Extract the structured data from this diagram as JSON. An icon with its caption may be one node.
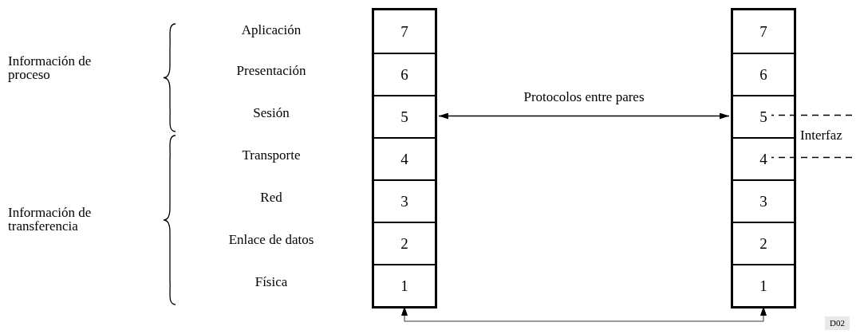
{
  "diagram": {
    "nodes": [
      {
        "text": [],
        "shape": "box"
      },
      {
        "text": [
          "7"
        ],
        "in": 0
      },
      {
        "text": [
          "6"
        ],
        "in": 0
      },
      {
        "text": [
          "5"
        ],
        "in": 0
      },
      {
        "text": [
          "4"
        ],
        "in": 0
      },
      {
        "text": [
          "3"
        ],
        "in": 0
      },
      {
        "text": [
          "2"
        ],
        "in": 0
      },
      {
        "text": [
          "1"
        ],
        "in": 0
      },
      {
        "text": [],
        "shape": "box"
      },
      {
        "text": [
          "7"
        ],
        "in": 8
      },
      {
        "text": [
          "6"
        ],
        "in": 8
      },
      {
        "text": [
          "5"
        ],
        "in": 8
      },
      {
        "text": [
          "4"
        ],
        "in": 8
      },
      {
        "text": [
          "3"
        ],
        "in": 8
      },
      {
        "text": [
          "2"
        ],
        "in": 8
      },
      {
        "text": [
          "1"
        ],
        "in": 8
      },
      {
        "text": [
          "Interfaz"
        ]
      }
    ],
    "edges": [
      {
        "from": 3,
        "to": 11,
        "arrow": "both",
        "label": "Protocolos entre pares"
      },
      {
        "from": 7,
        "to": 15,
        "arrow": "both"
      },
      {
        "from": 16,
        "to": 11,
        "arrow": "none",
        "style": "dashed"
      },
      {
        "from": 16,
        "to": 12,
        "arrow": "none",
        "style": "dashed"
      }
    ],
    "labels": [
      "Aplicación",
      "Información de proceso",
      "Presentación",
      "Sesión",
      "Transporte",
      "Red",
      "Información de transferencia",
      "Enlace de datos",
      "Física",
      "D02"
    ]
  }
}
